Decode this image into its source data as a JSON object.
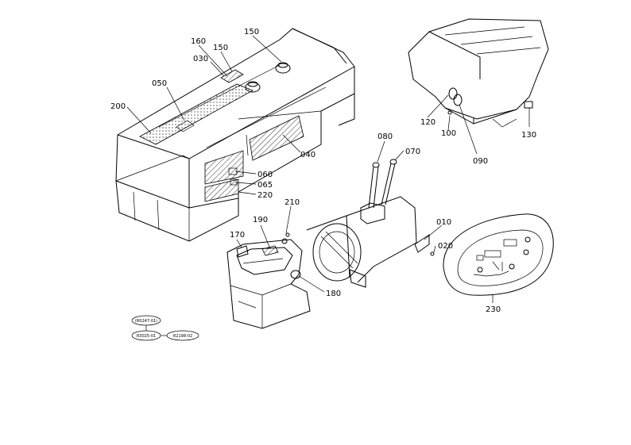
{
  "callouts": {
    "c160": "160",
    "c150a": "150",
    "c150b": "150",
    "c030": "030",
    "c050": "050",
    "c200": "200",
    "c040": "040",
    "c060": "060",
    "c065": "065",
    "c220": "220",
    "c210": "210",
    "c190": "190",
    "c170": "170",
    "c180": "180",
    "c080": "080",
    "c070": "070",
    "c010": "010",
    "c020": "020",
    "c230": "230",
    "c120": "120",
    "c100": "100",
    "c090": "090",
    "c130": "130"
  },
  "references": {
    "r1": "(R0247-01)",
    "r2": "R3025-01",
    "r3": "R2198-02"
  }
}
